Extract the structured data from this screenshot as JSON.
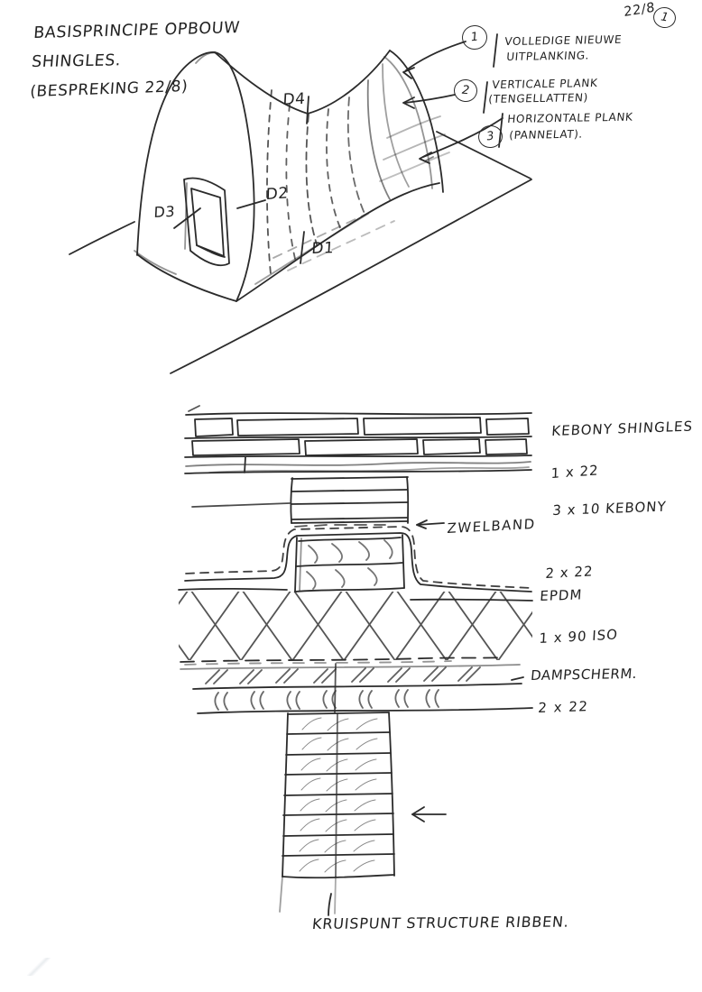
{
  "sheet": {
    "date_ref": "22/8",
    "sheet_number": "1"
  },
  "title": {
    "line1": "BASISPRINCIPE OPBOUW",
    "line2": "SHINGLES.",
    "line3": "(BESPREKING 22/8)"
  },
  "callouts": [
    {
      "number": "1",
      "line1": "VOLLEDIGE NIEUWE",
      "line2": "UITPLANKING."
    },
    {
      "number": "2",
      "line1": "VERTICALE PLANK",
      "line2": "(TENGELLATTEN)"
    },
    {
      "number": "3",
      "line1": "HORIZONTALE PLANK",
      "line2": "(PANNELAT)."
    }
  ],
  "detail_markers": {
    "d4": "D4",
    "d2": "D2",
    "d3": "D3",
    "d1": "D1"
  },
  "section": {
    "labels": [
      "KEBONY SHINGLES",
      "1 x 22",
      "3 x 10 KEBONY",
      "2 x 22",
      "EPDM",
      "1 x 90 ISO",
      "DAMPSCHERM.",
      "2 x 22"
    ],
    "zwelband_label": "ZWELBAND",
    "caption": "KRUISPUNT STRUCTURE RIBBEN."
  },
  "colors": {
    "ink": "#2b2b2b",
    "paper": "#ffffff"
  }
}
